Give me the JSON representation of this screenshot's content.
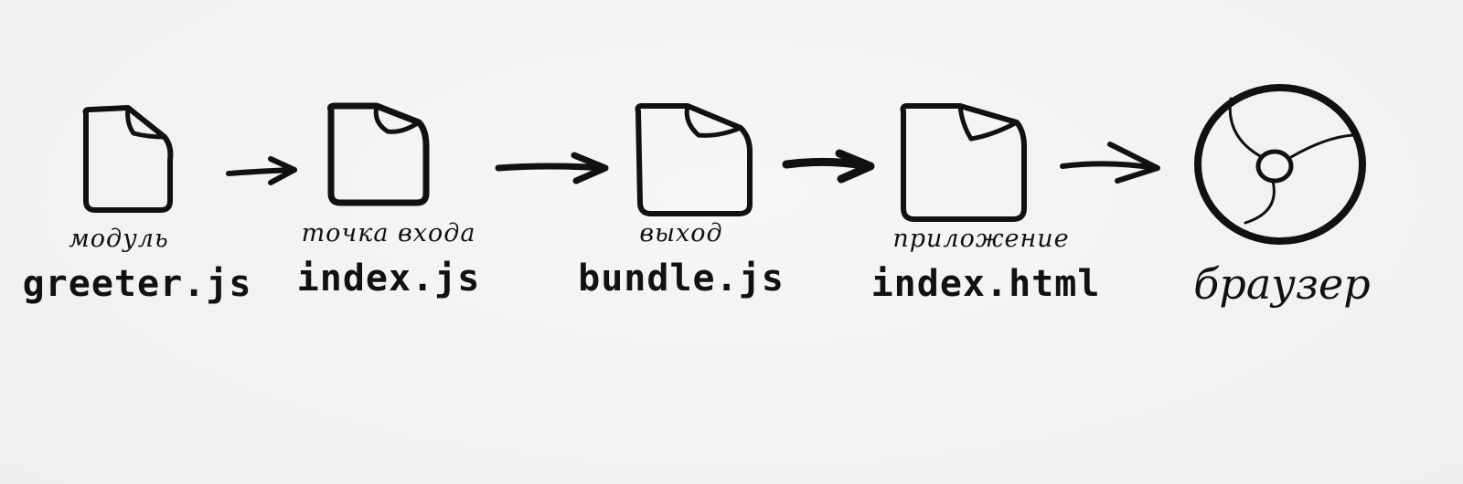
{
  "flow": {
    "steps": [
      {
        "caption": "модуль",
        "filename": "greeter.js",
        "icon": "file-icon"
      },
      {
        "caption": "точка входа",
        "filename": "index.js",
        "icon": "file-icon"
      },
      {
        "caption": "выход",
        "filename": "bundle.js",
        "icon": "file-icon"
      },
      {
        "caption": "приложение",
        "filename": "index.html",
        "icon": "file-icon"
      },
      {
        "caption": "браузер",
        "icon": "browser-icon"
      }
    ],
    "connector_icon": "arrow-right-icon"
  },
  "colors": {
    "ink": "#111111",
    "paper": "#f3f3f1"
  }
}
